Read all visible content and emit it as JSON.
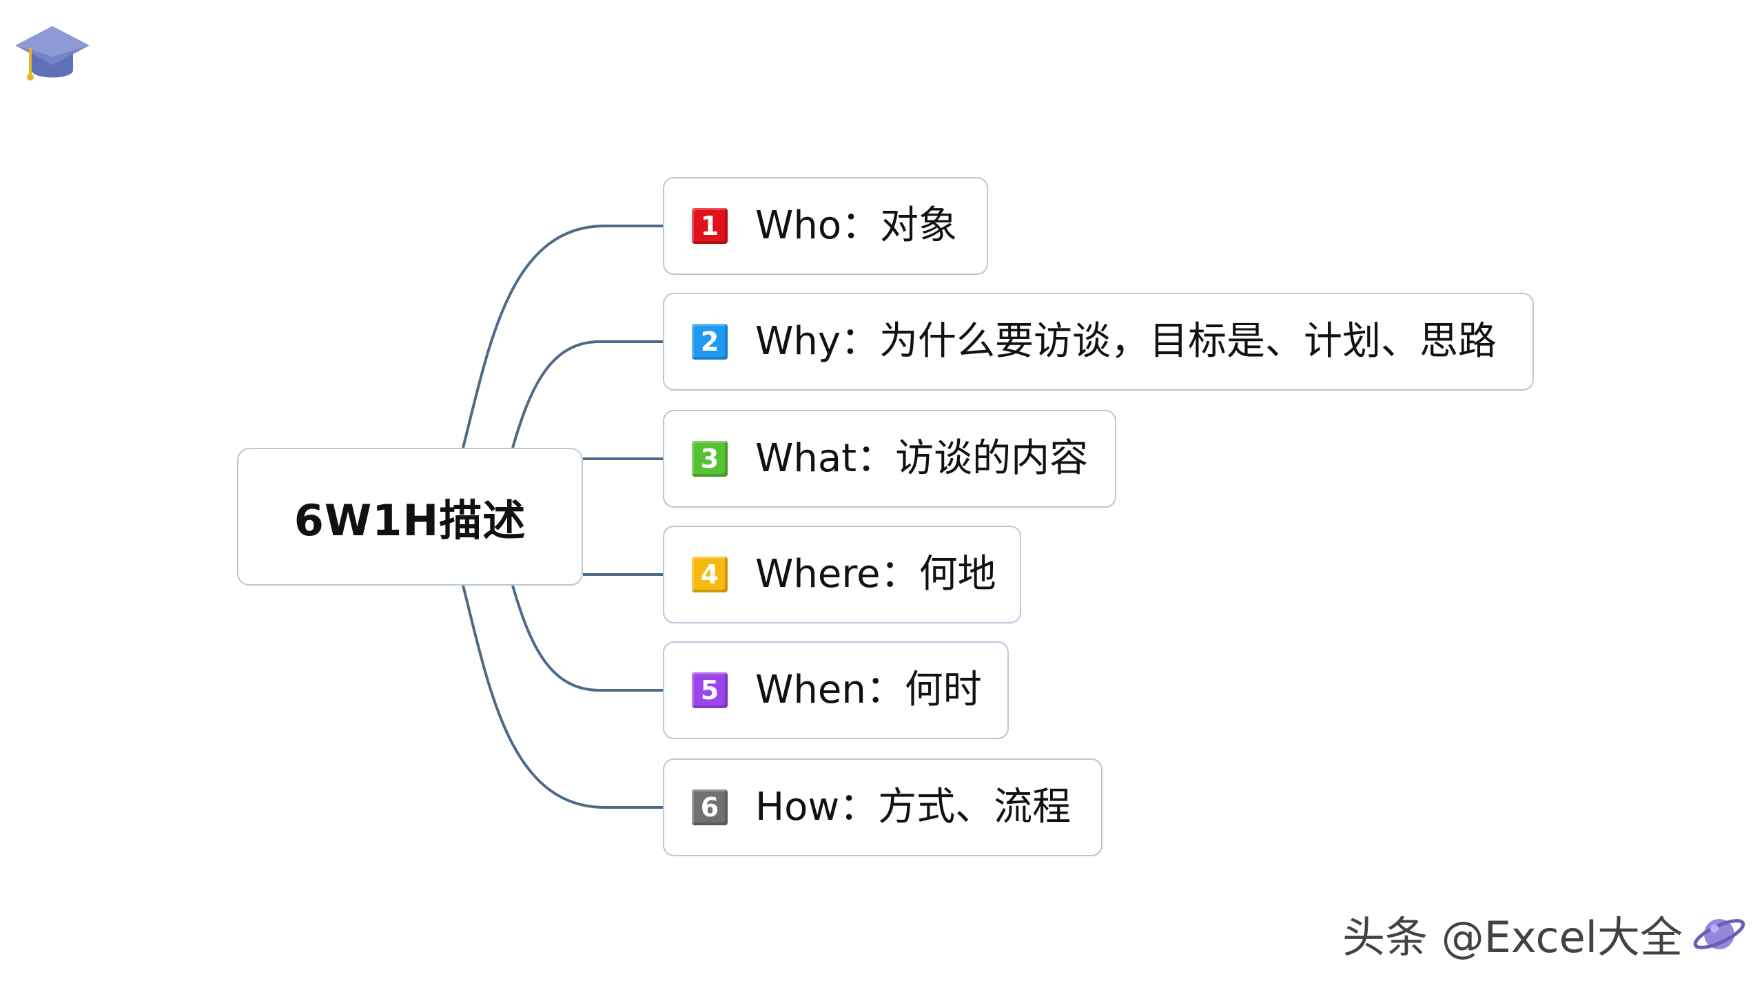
{
  "diagram": {
    "central_title": "6W1H描述",
    "branches": [
      {
        "number": "1",
        "text": "Who：对象",
        "color": "#e0121b"
      },
      {
        "number": "2",
        "text": "Why：为什么要访谈，目标是、计划、思路",
        "color": "#1e9bf0"
      },
      {
        "number": "3",
        "text": "What：访谈的内容",
        "color": "#56c132"
      },
      {
        "number": "4",
        "text": "Where：何地",
        "color": "#f8b90f"
      },
      {
        "number": "5",
        "text": "When：何时",
        "color": "#9c45ea"
      },
      {
        "number": "6",
        "text": "How：方式、流程",
        "color": "#707070"
      }
    ],
    "connector_color": "#4d6a88",
    "node_border_color": "#b8c7da"
  },
  "logo": {
    "icon": "graduation-cap-icon",
    "color": "#6d7fc2"
  },
  "watermark": {
    "text": "头条 @Excel大全",
    "icon": "planet-icon"
  }
}
